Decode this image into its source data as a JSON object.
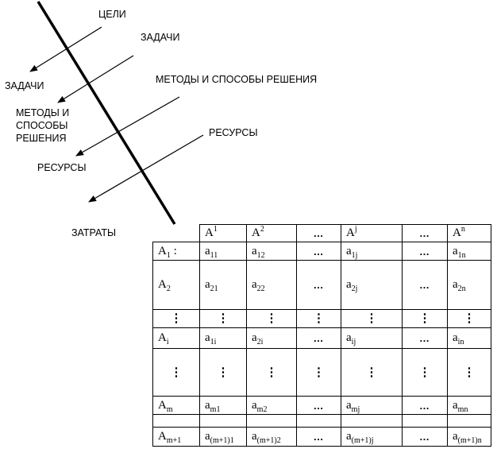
{
  "diagram": {
    "labels": {
      "goals": "ЦЕЛИ",
      "tasks_in": "ЗАДАЧИ",
      "tasks_out": "ЗАДАЧИ",
      "methods_in": "МЕТОДЫ И СПОСОБЫ РЕШЕНИЯ",
      "methods_out": "МЕТОДЫ И\nСПОСОБЫ\nРЕШЕНИЯ",
      "resources_in": "РЕСУРСЫ",
      "resources_out": "РЕСУРСЫ",
      "costs": "ЗАТРАТЫ"
    }
  },
  "matrix": {
    "header": [
      {
        "base": "A",
        "sup": "1"
      },
      {
        "base": "A",
        "sup": "2"
      },
      {
        "text": "…"
      },
      {
        "base": "A",
        "sup": "j"
      },
      {
        "text": "…"
      },
      {
        "base": "A",
        "sup": "n"
      }
    ],
    "rows": [
      {
        "label": {
          "base": "A",
          "sub": "1",
          "suffix": " :"
        },
        "cells": [
          {
            "base": "a",
            "sub": "11"
          },
          {
            "base": "a",
            "sub": "12"
          },
          {
            "text": "…"
          },
          {
            "base": "a",
            "sub": "1j"
          },
          {
            "text": "…"
          },
          {
            "base": "a",
            "sub": "1n"
          }
        ]
      },
      {
        "label": {
          "base": "A",
          "sub": "2"
        },
        "cells": [
          {
            "base": "a",
            "sub": "21"
          },
          {
            "base": "a",
            "sub": "22"
          },
          {
            "text": "…"
          },
          {
            "base": "a",
            "sub": "2j"
          },
          {
            "text": "…"
          },
          {
            "base": "a",
            "sub": "2n"
          }
        ]
      },
      {
        "vdots": true
      },
      {
        "label": {
          "base": "A",
          "sub": "i"
        },
        "cells": [
          {
            "base": "a",
            "sub": "1i"
          },
          {
            "base": "a",
            "sub": "2i"
          },
          {
            "text": "…"
          },
          {
            "base": "a",
            "sub": "ij"
          },
          {
            "text": "…"
          },
          {
            "base": "a",
            "sub": "in"
          }
        ]
      },
      {
        "vdots": true
      },
      {
        "label": {
          "base": "A",
          "sub": "m"
        },
        "cells": [
          {
            "base": "a",
            "sub": "m1"
          },
          {
            "base": "a",
            "sub": "m2"
          },
          {
            "text": "…"
          },
          {
            "base": "a",
            "sub": "mj"
          },
          {
            "text": "…"
          },
          {
            "base": "a",
            "sub": "mn"
          }
        ]
      },
      {
        "empty": true
      },
      {
        "label": {
          "base": "A",
          "sub": "m+1"
        },
        "cells": [
          {
            "base": "a",
            "sub": "(m+1)1"
          },
          {
            "base": "a",
            "sub": "(m+1)2"
          },
          {
            "text": "…"
          },
          {
            "base": "a",
            "sub": "(m+1)j"
          },
          {
            "text": "…"
          },
          {
            "base": "a",
            "sub": "(m+1)n"
          }
        ]
      }
    ],
    "vdots_glyph": "⋮"
  }
}
